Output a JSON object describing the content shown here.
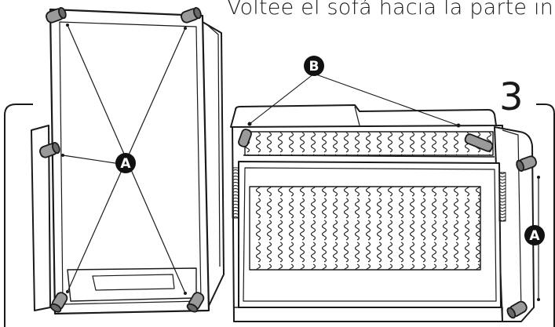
{
  "instruction": {
    "text": "Voltee el sofá hacia la parte in"
  },
  "step": {
    "number": "3"
  },
  "callouts": {
    "a_legs": "A",
    "b_connectors": "B",
    "a_side": "A"
  }
}
